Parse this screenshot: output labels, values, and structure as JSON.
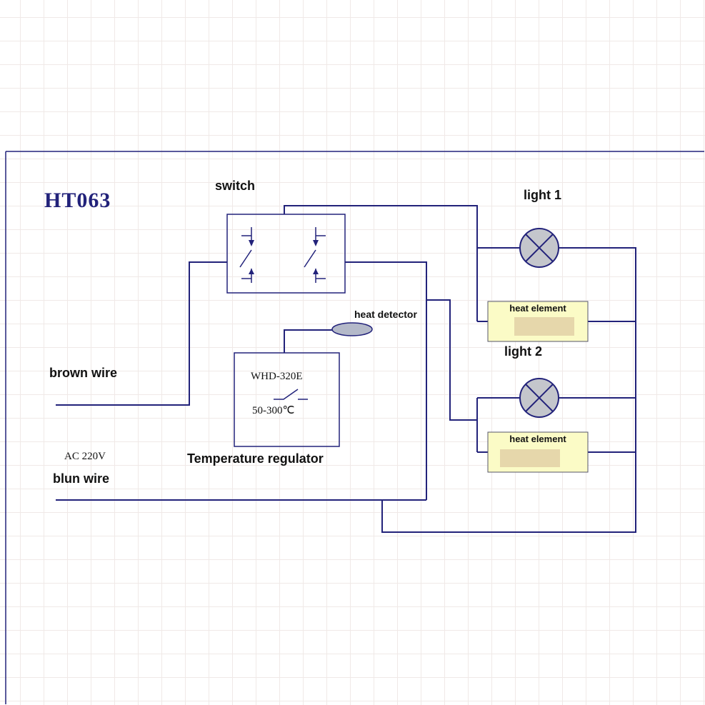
{
  "diagram": {
    "title": "HT063",
    "components": {
      "switch": {
        "label": "switch"
      },
      "light1": {
        "label": "light 1"
      },
      "light2": {
        "label": "light 2"
      },
      "heat_element_1": {
        "label": "heat element"
      },
      "heat_element_2": {
        "label": "heat element"
      },
      "heat_detector": {
        "label": "heat detector"
      },
      "temperature_regulator": {
        "label": "Temperature regulator",
        "model": "WHD-320E",
        "range": "50-300℃"
      },
      "brown_wire": {
        "label": "brown wire"
      },
      "blue_wire": {
        "label": "blun wire"
      },
      "power": {
        "label": "AC 220V"
      }
    }
  },
  "colors": {
    "wire": "#22227a",
    "title": "#22227a",
    "grid": "#f0e9e7",
    "lamp_fill": "#c4c6cc",
    "he_fill": "#fbfbc6",
    "he_border": "#55556a",
    "he_shade": "#e6d7ab",
    "detector_fill": "#b4b9c9",
    "text": "#111111"
  }
}
